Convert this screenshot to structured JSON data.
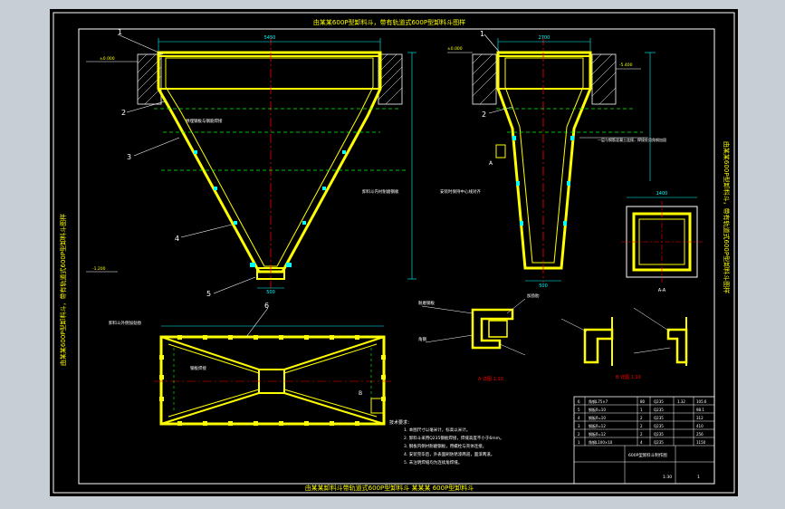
{
  "colors": {
    "window_bg": "#c8ced6",
    "paper": "#000000",
    "frame": "#ffffff",
    "outline": "#ffff00",
    "hatch": "#ffffff",
    "centerline": "#ff0000",
    "hidden_line": "#00ff00",
    "dimension": "#00ffff",
    "annotation": "#ffffff"
  },
  "drawing": {
    "title_strip": "由某某600P型卸料斗，带有轨道式600P型卸料斗图样",
    "bottom_strip": "由某某卸料斗带轨道式600P型卸料斗 某某某 600P型卸料斗",
    "left_strip": "由某某600P型卸料斗，带有轨道式600P型卸料斗图样",
    "right_strip": "由某某600P型卸料斗，带有轨道式600P型卸料斗图样",
    "item_labels": [
      "1",
      "2",
      "3",
      "4",
      "5",
      "6",
      "1",
      "2"
    ],
    "detail_tags": [
      "A",
      "B"
    ],
    "elevation_marks": [
      "±0.000",
      "-1.200",
      "±0.000",
      "-5.400"
    ],
    "dim_width_top": "5450",
    "dim_width_side": "2700",
    "dim_outlet": "500",
    "dim_outlet_side": "500",
    "plan_dim": "1400",
    "section_label": "A-A",
    "detail_labels": [
      "A 详图 1:10",
      "B 详图 1:10"
    ],
    "callouts": [
      "预埋钢板与钢筋焊接",
      "卸料斗内衬耐磨钢板",
      "卸料斗外侧加劲肋",
      "钢板焊接",
      "安装时保持中心线对齐",
      "一层与钢筋混凝土连接，焊接处用角钢加固",
      "耐磨钢板",
      "角钢",
      "加劲肋"
    ],
    "notes_title": "技术要求：",
    "notes": [
      "1. 本图尺寸以毫米计，标高以米计。",
      "2. 卸料斗采用Q235钢板焊接，焊缝高度不小于6mm。",
      "3. 钢板内侧衬耐磨钢板，用螺栓与壳体连接。",
      "4. 安装完毕后，外表面刷防锈漆两道，面漆两道。",
      "5. 未注明焊缝均为连续角焊缝。"
    ],
    "bom_rows": [
      [
        "6",
        "角钢L75×7",
        "80",
        "Q235",
        "1.32",
        "105.6"
      ],
      [
        "5",
        "钢板δ=10",
        "1",
        "Q235",
        "",
        "98.1"
      ],
      [
        "4",
        "钢板δ=10",
        "2",
        "Q235",
        "",
        "312"
      ],
      [
        "3",
        "钢板δ=12",
        "2",
        "Q235",
        "",
        "410"
      ],
      [
        "2",
        "钢板δ=12",
        "2",
        "Q235",
        "",
        "256"
      ],
      [
        "1",
        "角钢L100×10",
        "4",
        "Q235",
        "",
        "1150"
      ]
    ],
    "title_block_name": "600P型卸料斗制作图",
    "title_block_scale": "1:30",
    "title_block_sheet": "1"
  }
}
